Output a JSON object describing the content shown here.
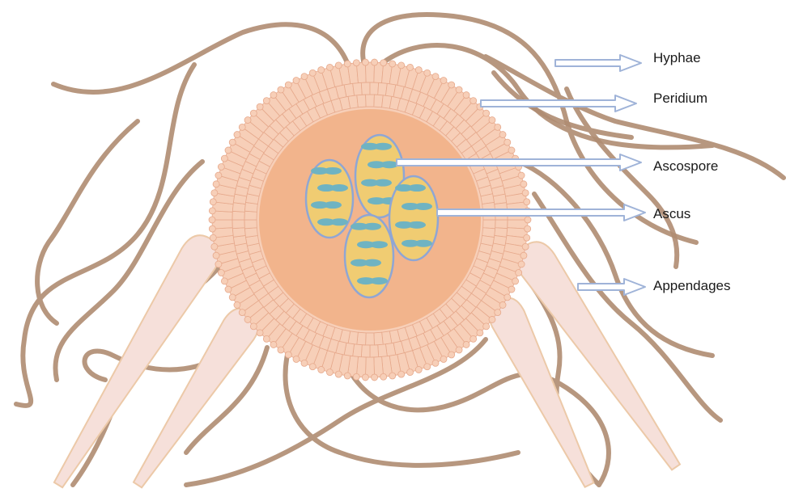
{
  "labels": {
    "hyphae": "Hyphae",
    "peridium": "Peridium",
    "ascospore": "Ascospore",
    "ascus": "Ascus",
    "appendages": "Appendages"
  },
  "colors": {
    "hyphae": "#b08c72",
    "peridium_cell_fill": "#f7cfb8",
    "peridium_cell_stroke": "#e6a98c",
    "centrum": "#f2b48c",
    "ascus_fill": "#f0cc72",
    "ascus_stroke": "#8fa6d4",
    "ascospore": "#6fb3c2",
    "appendage_fill": "#f6e0da",
    "appendage_stroke": "#ecc9a8",
    "arrow_fill": "#ffffff",
    "arrow_stroke": "#9fb3d8"
  },
  "counts": {
    "asci": 4
  },
  "icons": {
    "pointer_arrows": "hollow-right-arrow-icon"
  }
}
